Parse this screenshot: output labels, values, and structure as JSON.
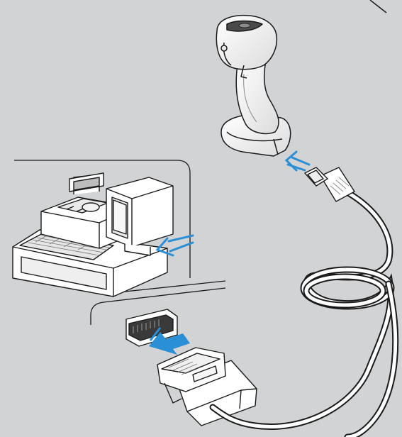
{
  "diagram": {
    "background": "#d2d3d5",
    "line_color": "#1a1a1a",
    "device_fill": "#ffffff",
    "arrow_color": "#2b8fd6",
    "components": [
      "barcode-scanner",
      "scanner-cable",
      "cash-register",
      "register-display",
      "interface-port",
      "cable-connector"
    ],
    "arrows": [
      "insert-cable-into-scanner",
      "connect-cable-to-register",
      "insert-connector-into-port"
    ]
  }
}
